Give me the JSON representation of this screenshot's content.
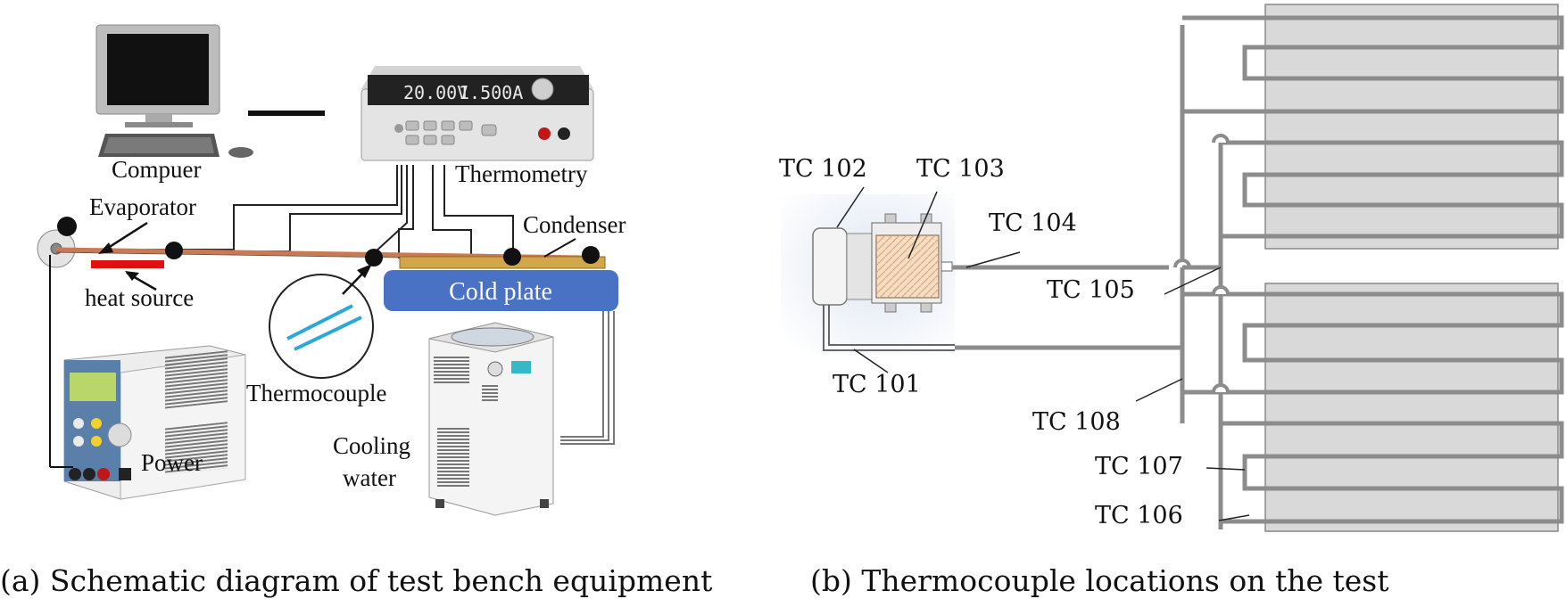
{
  "panel_a": {
    "computer_label": "Compuer",
    "thermometry_label": "Thermometry",
    "evaporator_label": "Evaporator",
    "condenser_label": "Condenser",
    "cold_plate_label": "Cold plate",
    "heat_source_label": "heat source",
    "thermocouple_label": "Thermocouple",
    "power_label": "Power",
    "cooling_label_line1": "Cooling",
    "cooling_label_line2": "water",
    "thermometry_display_v": "20.00V",
    "thermometry_display_a": "1.500A",
    "caption": "(a) Schematic diagram of test bench equipment"
  },
  "panel_b": {
    "tc101": "TC 101",
    "tc102": "TC 102",
    "tc103": "TC 103",
    "tc104": "TC 104",
    "tc105": "TC 105",
    "tc106": "TC 106",
    "tc107": "TC 107",
    "tc108": "TC 108",
    "caption": "(b) Thermocouple locations on the test"
  },
  "colors": {
    "cold_plate": "#4a72c4",
    "heat_source": "#e01010",
    "condenser": "#d4a64a",
    "pipe": "#8c8c8c",
    "plate_fill": "#d9d9d9",
    "foam": "#f6dcc0"
  }
}
